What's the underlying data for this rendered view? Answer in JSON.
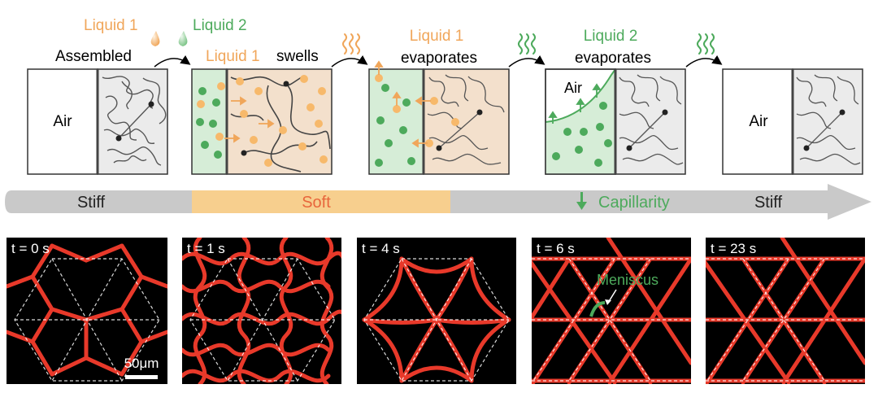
{
  "colors": {
    "liquid1": "#F0A65A",
    "liquid2": "#4DAA5C",
    "soft_band": "#F7CF8E",
    "arrow_gray": "#C9C9C9",
    "gel_gray": "#EBEBEB",
    "gel_orange": "#F3E0CC",
    "liquid2_fill": "#D6EDD7",
    "fiber_red": "#E8392A",
    "dark": "#000000"
  },
  "top": {
    "liquid1_label": "Liquid 1",
    "liquid2_label": "Liquid 2",
    "assembled_label": "Assembled",
    "swells_liquid": "Liquid 1",
    "swells_word": "swells",
    "evap1_line1": "Liquid 1",
    "evap1_line2": "evaporates",
    "evap2_line1": "Liquid 2",
    "evap2_line2": "evaporates",
    "air_label_1": "Air",
    "air_label_4": "Air",
    "air_label_5": "Air"
  },
  "bar": {
    "stiff_left": "Stiff",
    "soft": "Soft",
    "capillarity": "Capillarity",
    "stiff_right": "Stiff"
  },
  "bottom": {
    "times": [
      "t  = 0 s",
      "t  = 1 s",
      "t  = 4 s",
      "t  = 6 s",
      "t  = 23 s"
    ],
    "scale_label": "50μm",
    "meniscus": "Meniscus"
  }
}
